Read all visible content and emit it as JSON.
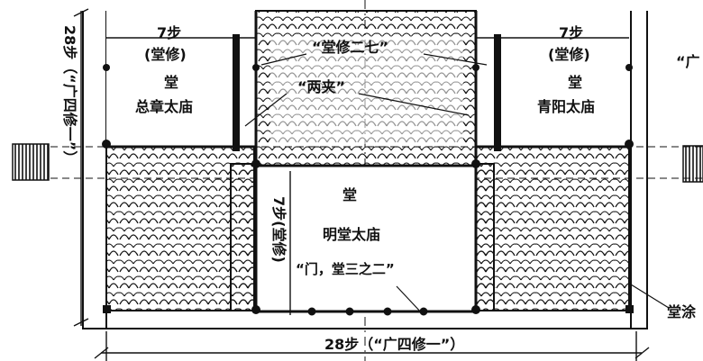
{
  "left_hall": {
    "dim_top": "7步",
    "dim_note": "(堂修)",
    "hall": "堂",
    "name": "总章太庙"
  },
  "right_hall": {
    "dim_top": "7步",
    "dim_note": "(堂修)",
    "hall": "堂",
    "name": "青阳太庙"
  },
  "center_hall": {
    "hall": "堂",
    "name": "明堂太庙",
    "door_quote": "“门，堂三之二”",
    "side_dim": "7步(堂修)"
  },
  "top_quote": "“堂修二七”",
  "jia_quote": "“两夹”",
  "left_dim": "28步（“广四修一”）",
  "bottom_dim": "28步（“广四修一”）",
  "cut_right": "“广",
  "tang_tu": "堂涂"
}
